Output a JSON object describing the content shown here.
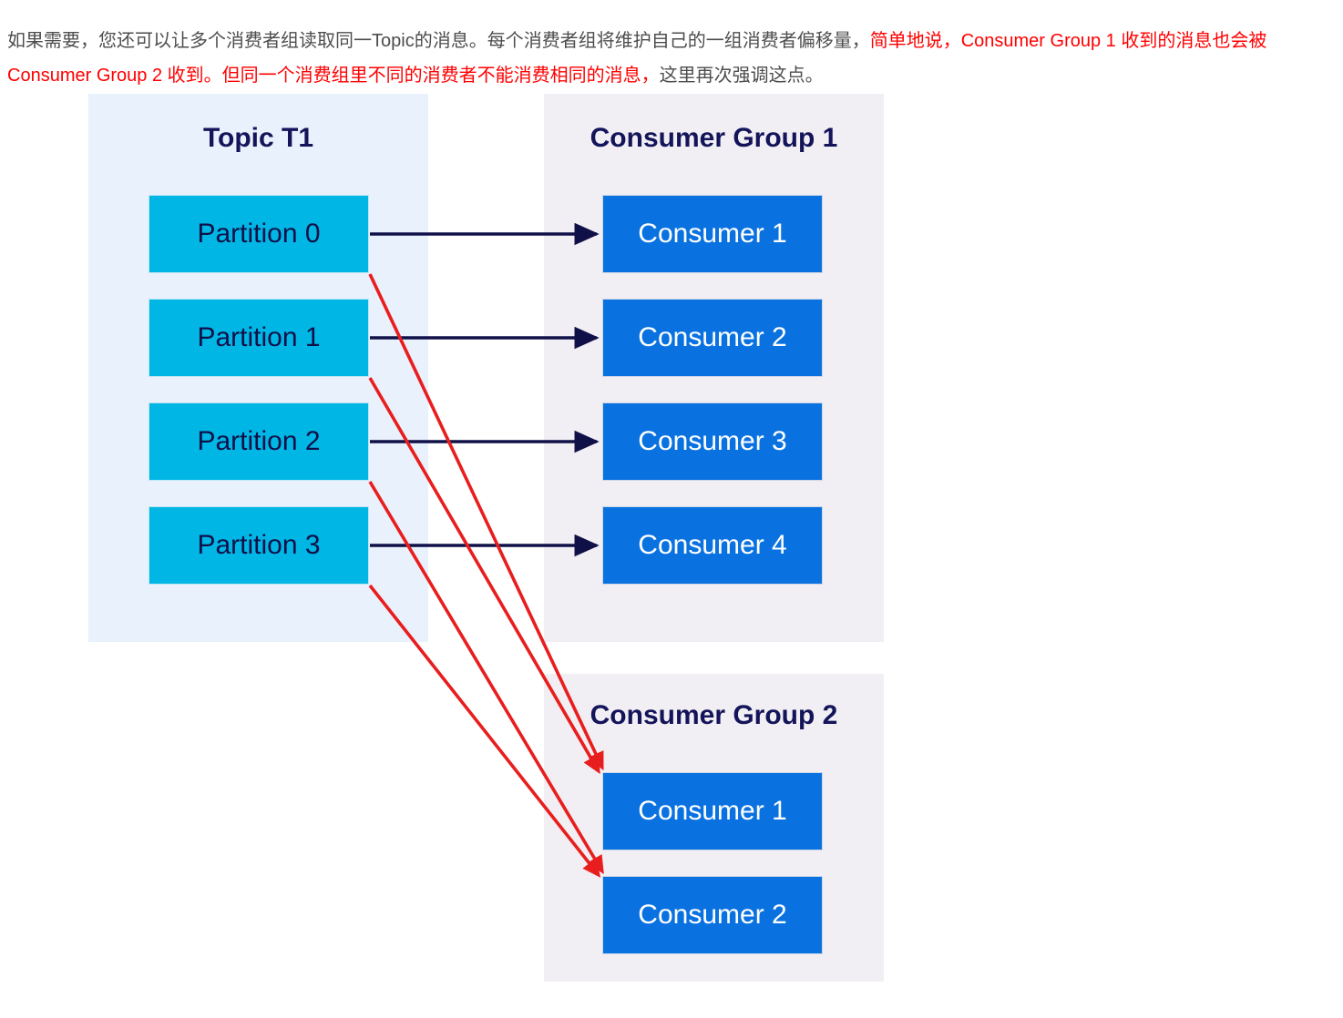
{
  "paragraph": {
    "seg1": "如果需要，您还可以让多个消费者组读取同一Topic的消息。每个消费者组将维护自己的一组消费者偏移量，",
    "seg2_highlight": "简单地说，Consumer Group 1 收到的消息也会被Consumer Group 2 收到。但同一个消费组里不同的消费者不能消费相同的消息，",
    "seg3": "这里再次强调这点。"
  },
  "colors": {
    "topic_panel_bg": "#e9f1fd",
    "group_panel_bg": "#f1eff3",
    "partition_fill": "#00b6e4",
    "consumer_fill": "#0a72e0",
    "title_text": "#14145a",
    "primary_arrow": "#101049",
    "cross_group_arrow": "#e81e1e",
    "highlight_text": "#ff0000",
    "body_text": "#4d4d4d"
  },
  "diagram": {
    "type": "kafka-consumer-group-diagram",
    "panels": [
      {
        "id": "topic",
        "title": "Topic T1",
        "nodes": [
          {
            "label": "Partition 0"
          },
          {
            "label": "Partition 1"
          },
          {
            "label": "Partition 2"
          },
          {
            "label": "Partition 3"
          }
        ]
      },
      {
        "id": "consumer-group-1",
        "title": "Consumer Group 1",
        "nodes": [
          {
            "label": "Consumer 1"
          },
          {
            "label": "Consumer 2"
          },
          {
            "label": "Consumer 3"
          },
          {
            "label": "Consumer 4"
          }
        ]
      },
      {
        "id": "consumer-group-2",
        "title": "Consumer Group 2",
        "nodes": [
          {
            "label": "Consumer 1"
          },
          {
            "label": "Consumer 2"
          }
        ]
      }
    ],
    "edges": [
      {
        "from": "Partition 0",
        "to": "Consumer Group 1 / Consumer 1",
        "style": "navy-straight"
      },
      {
        "from": "Partition 1",
        "to": "Consumer Group 1 / Consumer 2",
        "style": "navy-straight"
      },
      {
        "from": "Partition 2",
        "to": "Consumer Group 1 / Consumer 3",
        "style": "navy-straight"
      },
      {
        "from": "Partition 3",
        "to": "Consumer Group 1 / Consumer 4",
        "style": "navy-straight"
      },
      {
        "from": "Partition 0",
        "to": "Consumer Group 2 / Consumer 1",
        "style": "red-diagonal"
      },
      {
        "from": "Partition 1",
        "to": "Consumer Group 2 / Consumer 1",
        "style": "red-diagonal"
      },
      {
        "from": "Partition 2",
        "to": "Consumer Group 2 / Consumer 2",
        "style": "red-diagonal"
      },
      {
        "from": "Partition 3",
        "to": "Consumer Group 2 / Consumer 2",
        "style": "red-diagonal"
      }
    ]
  }
}
